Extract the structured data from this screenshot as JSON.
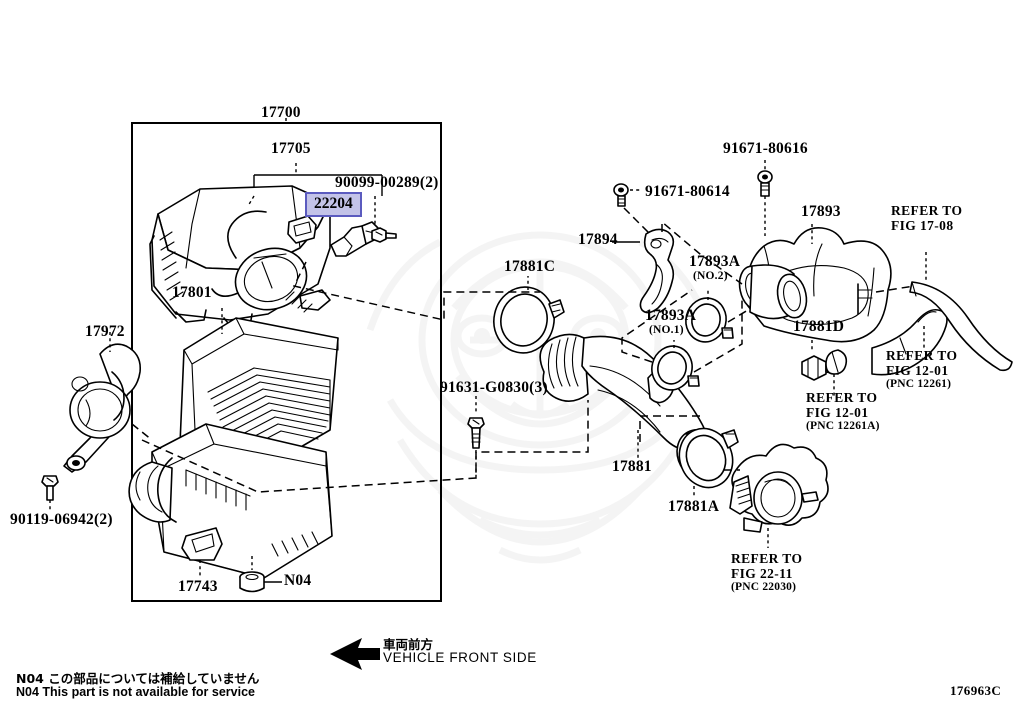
{
  "figure": {
    "id": "176963C",
    "highlighted_part": "22204"
  },
  "group_box": {
    "assembly_label": "17700",
    "subassembly_label": "17705"
  },
  "parts": [
    {
      "key": "p17700",
      "number": "17700"
    },
    {
      "key": "p17705",
      "number": "17705"
    },
    {
      "key": "p90099",
      "number": "90099-00289(2)"
    },
    {
      "key": "p22204",
      "number": "22204"
    },
    {
      "key": "p17801",
      "number": "17801"
    },
    {
      "key": "p17972",
      "number": "17972"
    },
    {
      "key": "p90119",
      "number": "90119-06942(2)"
    },
    {
      "key": "p17743",
      "number": "17743"
    },
    {
      "key": "pn04",
      "number": "N04"
    },
    {
      "key": "p17881C",
      "number": "17881C"
    },
    {
      "key": "p91631",
      "number": "91631-G0830(3)"
    },
    {
      "key": "p17881",
      "number": "17881"
    },
    {
      "key": "p17881A",
      "number": "17881A"
    },
    {
      "key": "p17894",
      "number": "17894"
    },
    {
      "key": "p91671a",
      "number": "91671-80614"
    },
    {
      "key": "p91671b",
      "number": "91671-80616"
    },
    {
      "key": "p17893",
      "number": "17893"
    },
    {
      "key": "p17893A2",
      "number": "17893A",
      "sub": "(NO.2)"
    },
    {
      "key": "p17893A1",
      "number": "17893A",
      "sub": "(NO.1)"
    },
    {
      "key": "p17881D",
      "number": "17881D"
    }
  ],
  "references": [
    {
      "key": "ref1708",
      "line1": "REFER TO",
      "line2": "FIG 17-08",
      "pnc": ""
    },
    {
      "key": "ref1201a",
      "line1": "REFER TO",
      "line2": "FIG 12-01",
      "pnc": "(PNC 12261)"
    },
    {
      "key": "ref1201b",
      "line1": "REFER TO",
      "line2": "FIG 12-01",
      "pnc": "(PNC 12261A)"
    },
    {
      "key": "ref2211",
      "line1": "REFER TO",
      "line2": "FIG 22-11",
      "pnc": "(PNC 22030)"
    }
  ],
  "front_marker": {
    "japanese": "車両前方",
    "english": "VEHICLE FRONT SIDE"
  },
  "footnotes": {
    "japanese": "N04 この部品については補給していません",
    "english": "N04 This part is not available for service"
  },
  "colors": {
    "highlight_fill": "#c3c3e8",
    "highlight_border": "#5b5bbf",
    "line": "#000000",
    "background": "#ffffff"
  }
}
